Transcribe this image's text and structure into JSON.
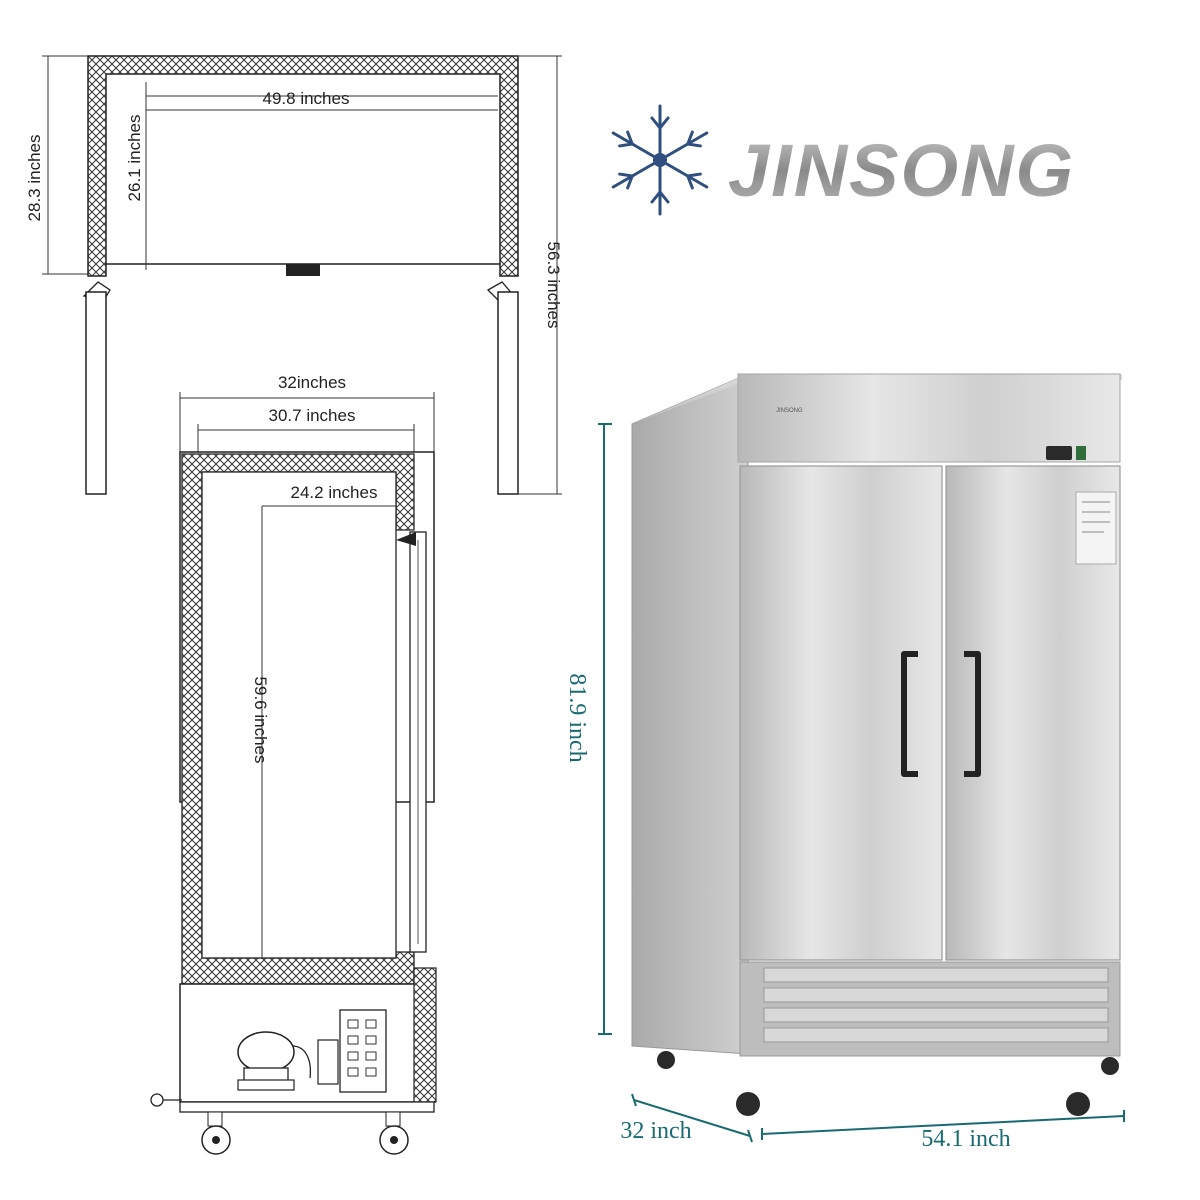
{
  "brand": {
    "name": "JINSONG",
    "icon": "snowflake-icon",
    "color": "#2f4f7f"
  },
  "top_view": {
    "inner_width": "49.8 inches",
    "inner_depth": "26.1 inches",
    "outer_depth": "28.3 inches",
    "door_open_depth": "56.3 inches"
  },
  "side_view": {
    "outer_depth": "32inches",
    "body_depth": "30.7 inches",
    "inner_depth": "24.2 inches",
    "inner_height": "59.6 inches"
  },
  "product": {
    "height": "81.9 inch",
    "depth": "32 inch",
    "width": "54.1 inch",
    "badge": "JINSONG",
    "accent": "#1a6a72"
  }
}
